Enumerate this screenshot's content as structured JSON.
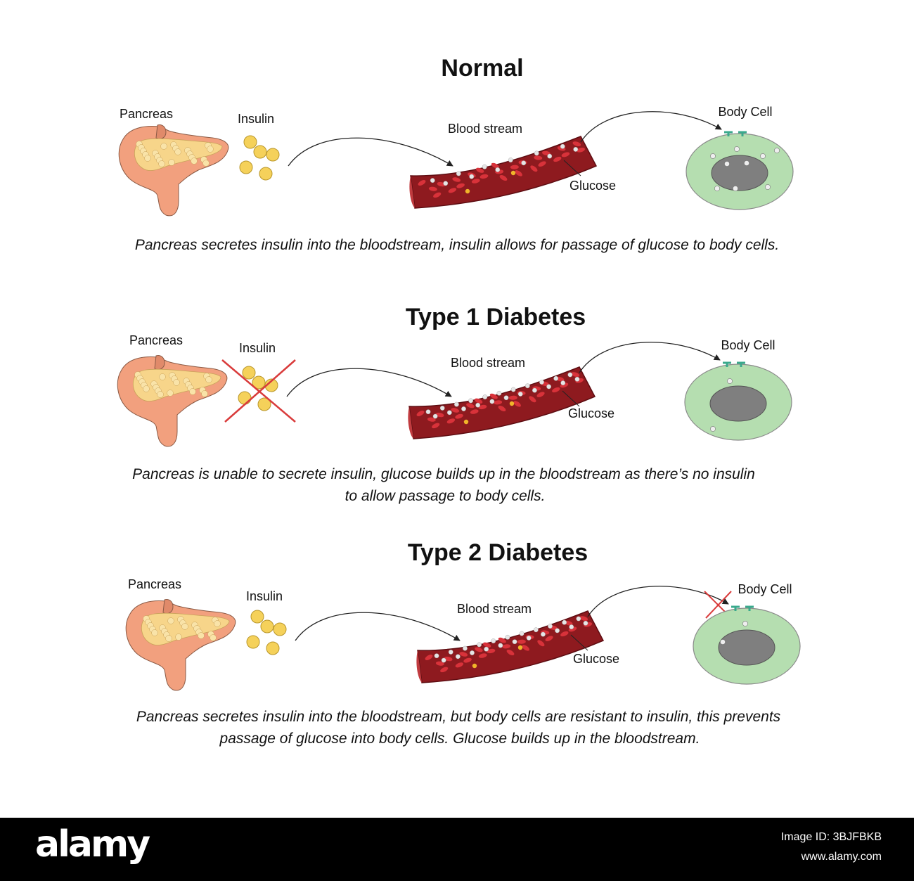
{
  "panels": [
    {
      "title": "Normal",
      "labels": {
        "pancreas": "Pancreas",
        "insulin": "Insulin",
        "blood": "Blood stream",
        "glucose": "Glucose",
        "cell": "Body Cell"
      },
      "caption": [
        "Pancreas secretes insulin into the bloodstream, insulin allows for passage of glucose to body cells."
      ],
      "insulin_blocked": false,
      "receptor_blocked": false
    },
    {
      "title": "Type 1 Diabetes",
      "labels": {
        "pancreas": "Pancreas",
        "insulin": "Insulin",
        "blood": "Blood stream",
        "glucose": "Glucose",
        "cell": "Body Cell"
      },
      "caption": [
        "Pancreas is unable to secrete insulin, glucose builds up in the bloodstream as there’s no insulin",
        "to allow passage to body cells."
      ],
      "insulin_blocked": true,
      "receptor_blocked": false
    },
    {
      "title": "Type 2 Diabetes",
      "labels": {
        "pancreas": "Pancreas",
        "insulin": "Insulin",
        "blood": "Blood stream",
        "glucose": "Glucose",
        "cell": "Body Cell"
      },
      "caption": [
        "Pancreas secretes insulin into the bloodstream, but body cells are resistant to insulin, this prevents",
        "passage of glucose into body cells. Glucose builds up in the bloodstream."
      ],
      "insulin_blocked": false,
      "receptor_blocked": true
    }
  ],
  "colors": {
    "pancreas": "#f2a07e",
    "pancreas_tissue": "#f7d58a",
    "insulin": "#f5d15a",
    "vessel": "#8e1a1f",
    "vessel_edge": "#5e0d12",
    "blood_cell": "#d8323a",
    "glucose": "#e6e6e6",
    "cell": "#b5deb0",
    "nucleus": "#7f7f7f",
    "receptor": "#3aa98c",
    "cross": "#d93b3b"
  },
  "footer": {
    "brand": "alamy",
    "image_id": "Image ID: 3BJFBKB",
    "site": "www.alamy.com"
  }
}
